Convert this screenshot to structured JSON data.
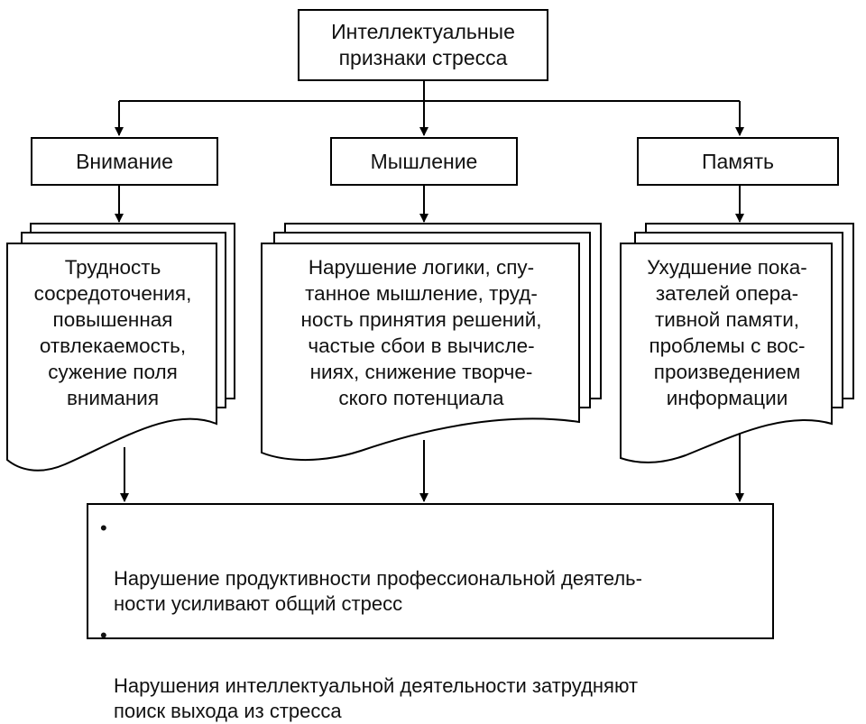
{
  "top": {
    "label": "Интеллектуальные\nпризнаки стресса"
  },
  "categories": [
    {
      "label": "Внимание"
    },
    {
      "label": "Мышление"
    },
    {
      "label": "Память"
    }
  ],
  "details": [
    {
      "text": "Трудность\nсосредоточения,\nповышенная\nотвлекаемость,\nсужение поля\nвнимания"
    },
    {
      "text": "Нарушение логики, спу-\nтанное мышление, труд-\nность принятия решений,\nчастые сбои в вычисле-\nниях, снижение творче-\nского потенциала"
    },
    {
      "text": "Ухудшение пока-\nзателей опера-\nтивной памяти,\nпроблемы с вос-\nпроизведением\nинформации"
    }
  ],
  "summary": {
    "bullet": "•",
    "items": [
      "Нарушение продуктивности профессиональной деятель-\nности усиливают общий стресс",
      "Нарушения интеллектуальной деятельности затрудняют\nпоиск выхода из стресса"
    ]
  }
}
